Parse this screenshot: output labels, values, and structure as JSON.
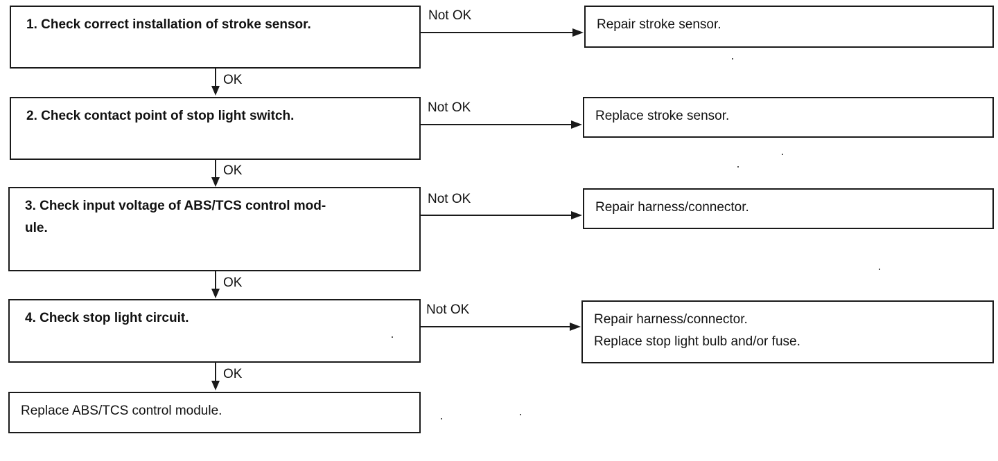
{
  "steps": [
    {
      "text": "1.  Check correct installation of stroke sensor."
    },
    {
      "text": "2.  Check contact point of stop light switch."
    },
    {
      "text": "3.  Check input voltage of ABS/TCS control mod-\n     ule."
    },
    {
      "text": "4.  Check stop light circuit."
    }
  ],
  "actions": [
    {
      "lines": [
        "Repair stroke sensor."
      ]
    },
    {
      "lines": [
        "Replace stroke sensor."
      ]
    },
    {
      "lines": [
        "Repair harness/connector."
      ]
    },
    {
      "lines": [
        "Repair harness/connector.",
        "Replace stop light bulb and/or fuse."
      ]
    }
  ],
  "final": {
    "text": "Replace ABS/TCS control module."
  },
  "labels": {
    "ok": "OK",
    "not_ok": "Not OK"
  },
  "colors": {
    "line": "#1a1a1a"
  }
}
